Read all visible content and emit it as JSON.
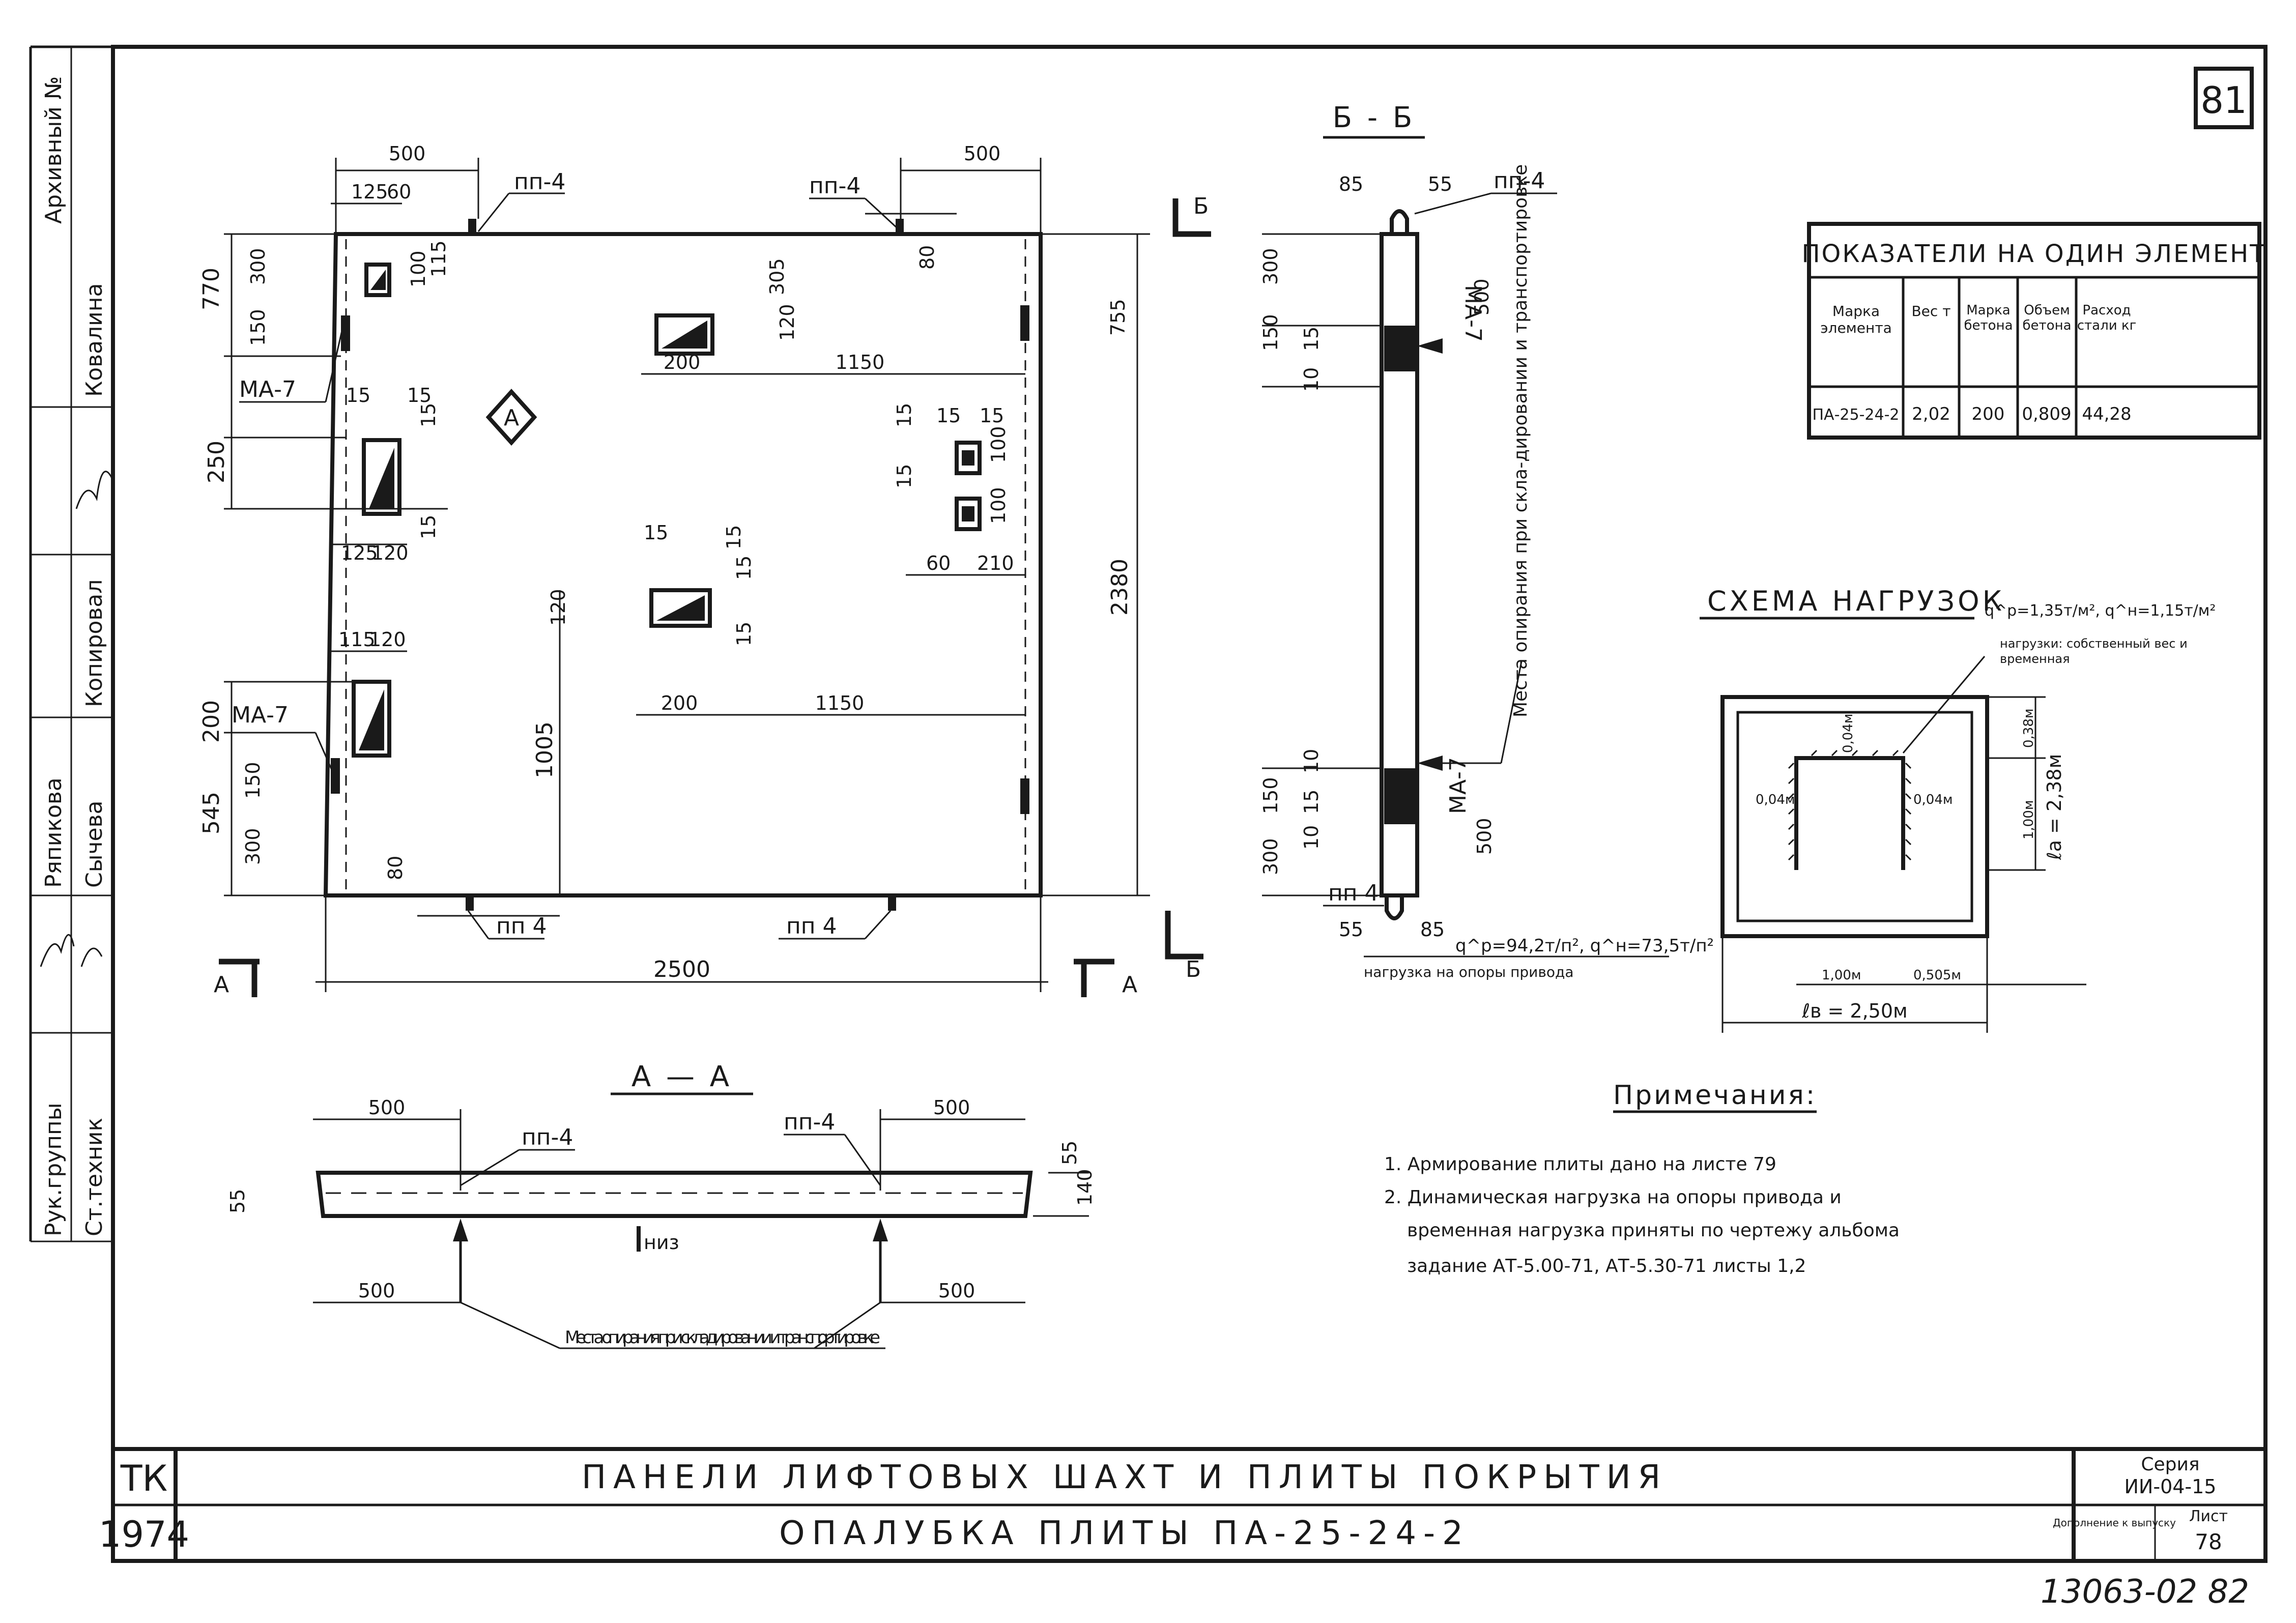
{
  "sheet": {
    "page_number": "81",
    "handwritten_number": "13063-02 82"
  },
  "side_stamp": {
    "archive": "Архивный №",
    "names": [
      "Ковалина",
      "Ряпикова",
      "Сычева"
    ],
    "roles": [
      "Копировал",
      "Рук.группы",
      "Ст.техник"
    ]
  },
  "plan": {
    "dims": {
      "d500": "500",
      "d125": "125",
      "d60": "60",
      "d770": "770",
      "d300": "300",
      "d150": "150",
      "d100": "100",
      "d115": "115",
      "d305": "305",
      "d120": "120",
      "d200": "200",
      "d1150": "1150",
      "d80": "80",
      "d15": "15",
      "d250": "250",
      "d755": "755",
      "d210": "210",
      "d2380": "2380",
      "d1005": "1005",
      "d545": "545",
      "d2500": "2500"
    },
    "labels": {
      "pp4": "пп-4",
      "pp4_bottom": "пп 4",
      "ma7": "МА-7",
      "mark_a": "А",
      "section_a_left": "А",
      "section_a_right": "А",
      "section_b": "Б"
    }
  },
  "section_bb": {
    "title": "Б - Б",
    "dims": {
      "d85": "85",
      "d55": "55",
      "d300": "300",
      "d150": "150",
      "d10": "10",
      "d15": "15",
      "d500": "500"
    },
    "labels": {
      "pp4": "пп-4",
      "pp4_bottom": "пп 4",
      "ma7": "МА-7",
      "support_note": "Места опирания при скла-дировании и транспортировке",
      "load_formula": "q^p=94,2т/п², q^н=73,5т/п²",
      "load_caption": "нагрузка на опоры привода"
    }
  },
  "section_aa": {
    "title": "А — А",
    "dims": {
      "d500": "500",
      "d55": "55",
      "d140": "140"
    },
    "labels": {
      "pp4": "пп-4",
      "niz": "низ",
      "support_note_1": "Места опирания при складировании и транспортировке"
    }
  },
  "indicators_table": {
    "title": "ПОКАЗАТЕЛИ НА ОДИН ЭЛЕМЕНТ",
    "headers": [
      "Марка элемента",
      "Вес т",
      "Марка бетона",
      "Объем бетона",
      "Расход стали кг"
    ],
    "row": [
      "ПА-25-24-2",
      "2,02",
      "200",
      "0,809",
      "44,28"
    ]
  },
  "load_scheme": {
    "title": "СХЕМА НАГРУЗОК",
    "formula": "q^p=1,35т/м², q^н=1,15т/м²",
    "note": "нагрузки: собственный вес и временная",
    "dims": {
      "a": "0,04м",
      "b": "0,04м",
      "c": "0,04м",
      "d": "0,38м",
      "e": "1,00м",
      "la": "ℓа = 2,38м",
      "f": "1,00м",
      "g": "0,505м",
      "lb": "ℓв = 2,50м"
    }
  },
  "notes": {
    "title": "Примечания:",
    "items": [
      "1. Армирование плиты дано на листе 79",
      "2. Динамическая нагрузка на опоры привода и",
      "временная нагрузка приняты по чертежу альбома",
      "задание АТ-5.00-71, АТ-5.30-71 листы 1,2"
    ]
  },
  "title_block": {
    "code": "ТК",
    "year": "1974",
    "line1": "ПАНЕЛИ ЛИФТОВЫХ ШАХТ И ПЛИТЫ ПОКРЫТИЯ",
    "line2": "ОПАЛУБКА ПЛИТЫ ПА-25-24-2",
    "series_label": "Серия",
    "series": "ИИ-04-15",
    "addition_label": "Дополнение к выпуску",
    "sheet_label": "Лист",
    "sheet": "78"
  }
}
